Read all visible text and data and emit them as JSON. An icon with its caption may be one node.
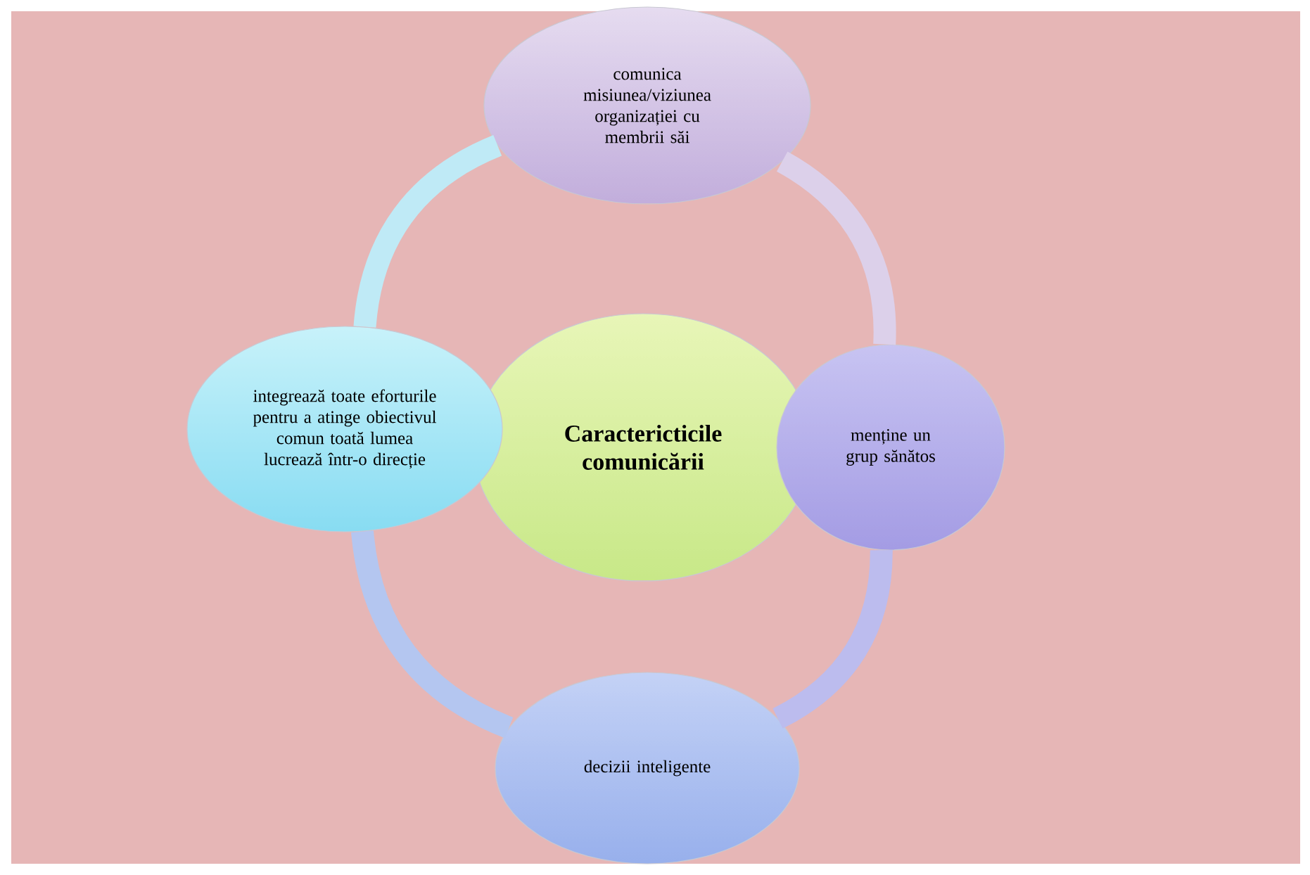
{
  "diagram": {
    "nodes": [
      {
        "text": [
          "Caractericticile comunicării"
        ]
      },
      {
        "text": [
          "comunica misiunea/viziunea organizației cu membrii săi"
        ]
      },
      {
        "text": [
          "menține un grup sănătos"
        ]
      },
      {
        "text": [
          "decizii inteligente"
        ]
      },
      {
        "text": [
          "integrează toate eforturile pentru a atinge obiectivul comun toată lumea lucrează într-o direcție"
        ]
      }
    ],
    "edges": [
      {
        "from": 1,
        "to": 2,
        "arrow": "none",
        "color": "#dcd0ea"
      },
      {
        "from": 2,
        "to": 3,
        "arrow": "none",
        "color": "#bcbcee"
      },
      {
        "from": 3,
        "to": 4,
        "arrow": "none",
        "color": "#b4c6f0"
      },
      {
        "from": 4,
        "to": 1,
        "arrow": "none",
        "color": "#bfeaf6"
      }
    ]
  }
}
